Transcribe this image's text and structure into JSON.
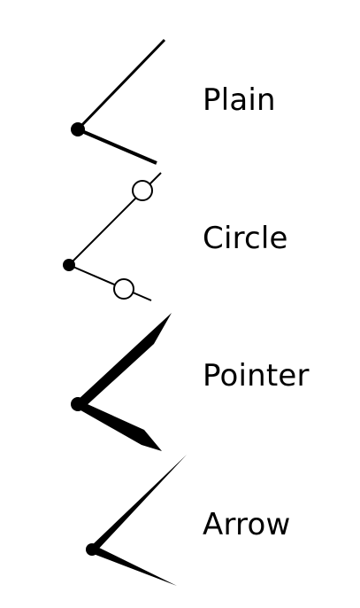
{
  "hand_styles": [
    {
      "id": "plain",
      "label": "Plain"
    },
    {
      "id": "circle",
      "label": "Circle"
    },
    {
      "id": "pointer",
      "label": "Pointer"
    },
    {
      "id": "arrow",
      "label": "Arrow"
    }
  ],
  "colors": {
    "ink": "#000000",
    "background": "#ffffff",
    "circle_fill": "#ffffff"
  }
}
